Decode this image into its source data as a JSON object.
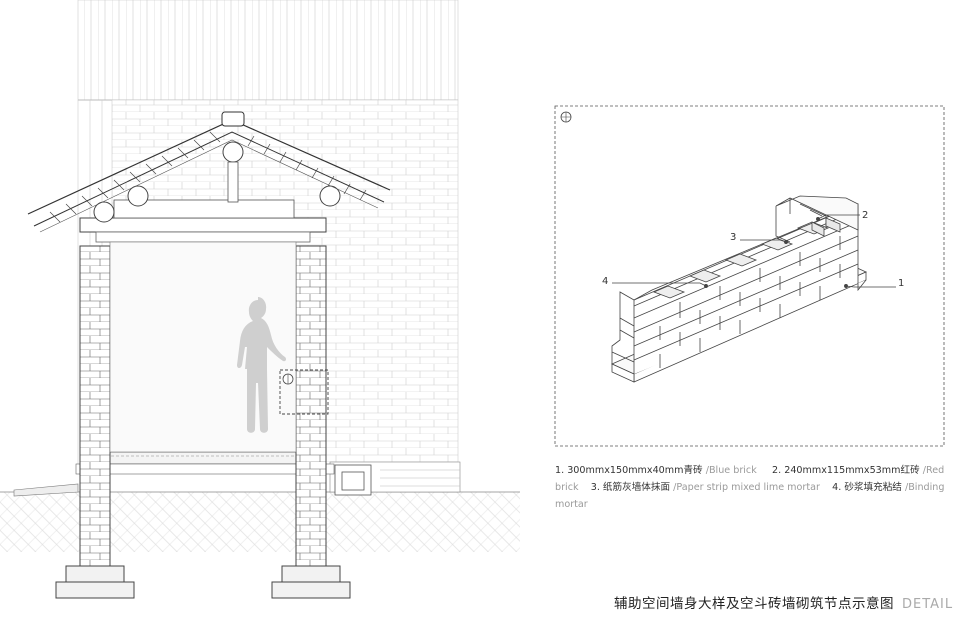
{
  "legend": {
    "item1_cn": "1. 300mmx150mmx40mm青砖",
    "item1_en": "/Blue brick",
    "item2_cn": "2. 240mmx115mmx53mm红砖",
    "item2_en": "/Red brick",
    "item3_cn": "3. 纸筋灰墙体抹面",
    "item3_en": "/Paper strip mixed lime mortar",
    "item4_cn": "4. 砂浆填充粘结",
    "item4_en": "/Binding mortar"
  },
  "callouts": {
    "c1": "1",
    "c2": "2",
    "c3": "3",
    "c4": "4"
  },
  "title": {
    "cn": "辅助空间墙身大样及空斗砖墙砌筑节点示意图",
    "en": "DETAIL"
  },
  "colors": {
    "line": "#555555",
    "light_line": "#bbbbbb",
    "hatch": "#cccccc"
  }
}
